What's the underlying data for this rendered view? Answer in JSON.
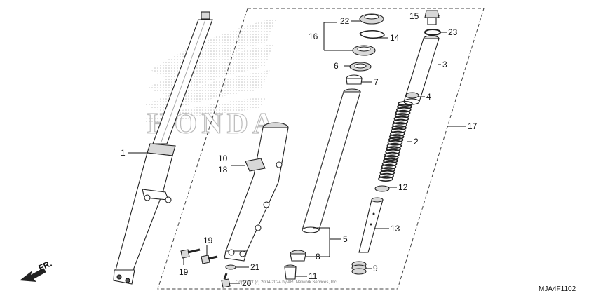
{
  "watermark": {
    "brand": "HONDA"
  },
  "direction": {
    "label": "FR."
  },
  "callouts": [
    {
      "id": "c1",
      "text": "1"
    },
    {
      "id": "c2",
      "text": "2"
    },
    {
      "id": "c3",
      "text": "3"
    },
    {
      "id": "c4",
      "text": "4"
    },
    {
      "id": "c5",
      "text": "5"
    },
    {
      "id": "c6",
      "text": "6"
    },
    {
      "id": "c7",
      "text": "7"
    },
    {
      "id": "c8",
      "text": "8"
    },
    {
      "id": "c9",
      "text": "9"
    },
    {
      "id": "c10",
      "text": "10"
    },
    {
      "id": "c11",
      "text": "11"
    },
    {
      "id": "c12",
      "text": "12"
    },
    {
      "id": "c13",
      "text": "13"
    },
    {
      "id": "c14",
      "text": "14"
    },
    {
      "id": "c15",
      "text": "15"
    },
    {
      "id": "c16",
      "text": "16"
    },
    {
      "id": "c17",
      "text": "17"
    },
    {
      "id": "c18",
      "text": "18"
    },
    {
      "id": "c19a",
      "text": "19"
    },
    {
      "id": "c19b",
      "text": "19"
    },
    {
      "id": "c20",
      "text": "20"
    },
    {
      "id": "c21",
      "text": "21"
    },
    {
      "id": "c22",
      "text": "22"
    },
    {
      "id": "c23",
      "text": "23"
    }
  ],
  "copyright": "Copyright (c) 2004-2024 by ARI Network Services, Inc.",
  "diagram_code": "MJA4F1102"
}
